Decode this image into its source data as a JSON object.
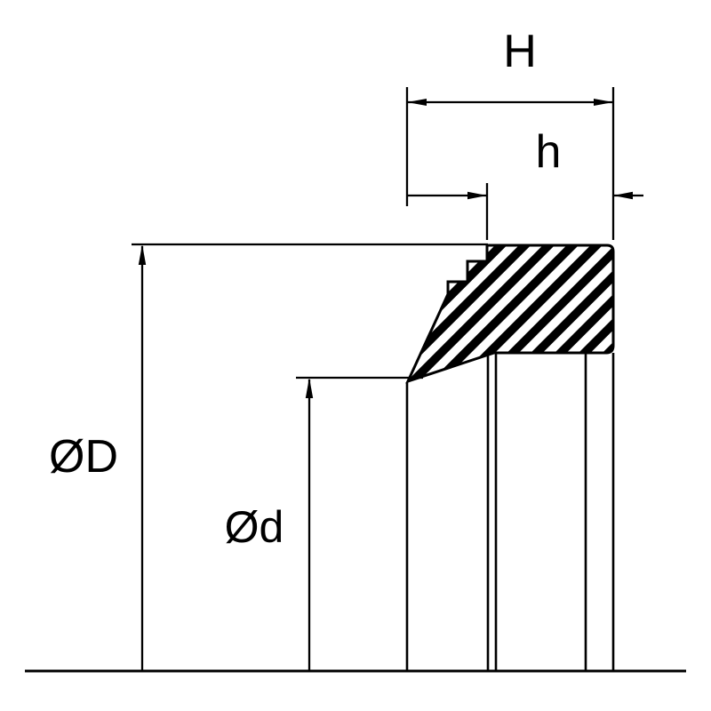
{
  "diagram": {
    "type": "seal-cross-section-dimension-drawing",
    "colors": {
      "line": "#000000",
      "background": "#ffffff",
      "hatch": "#000000"
    },
    "labels": {
      "dim_H": "H",
      "dim_h": "h",
      "dim_outer_diameter": "ØD",
      "dim_inner_diameter": "Ød"
    }
  }
}
